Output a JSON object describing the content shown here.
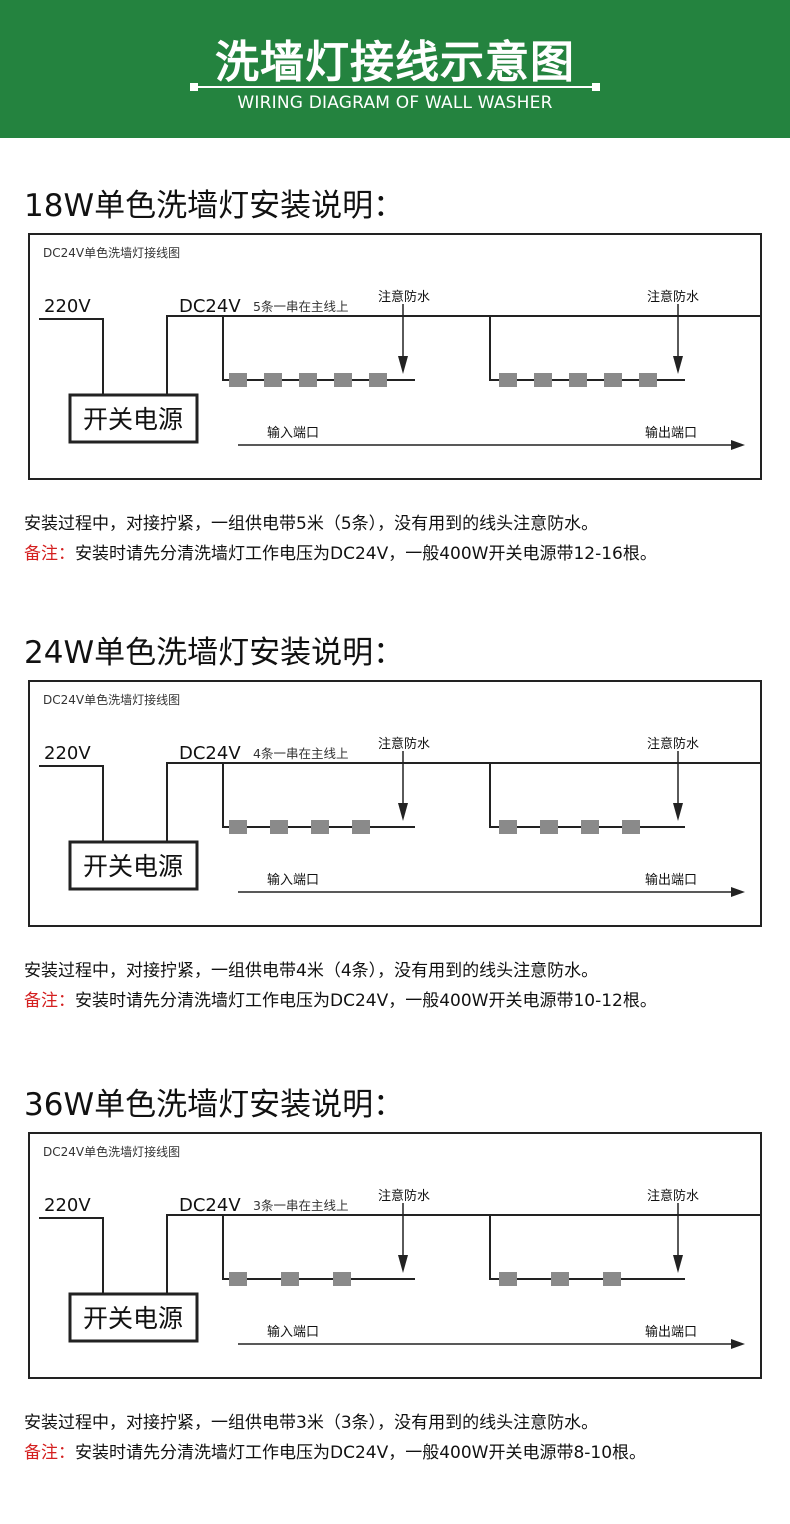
{
  "banner": {
    "title": "洗墙灯接线示意图",
    "subtitle": "WIRING DIAGRAM OF WALL WASHER",
    "color": "#24833f"
  },
  "sections": [
    {
      "title": "18W单色洗墙灯安装说明：",
      "diagram": {
        "caption": "DC24V单色洗墙灯接线图",
        "input_voltage": "220V",
        "output_voltage": "DC24V",
        "count_label": "5条一串在主线上",
        "waterproof_1": "注意防水",
        "waterproof_2": "注意防水",
        "psu_label": "开关电源",
        "input_port": "输入端口",
        "output_port": "输出端口",
        "lamps_per_string": 5
      },
      "note": "安装过程中，对接拧紧，一组供电带5米（5条），没有用到的线头注意防水。",
      "remark_label": "备注：",
      "remark": "安装时请先分清洗墙灯工作电压为DC24V，一般400W开关电源带12-16根。"
    },
    {
      "title": "24W单色洗墙灯安装说明：",
      "diagram": {
        "caption": "DC24V单色洗墙灯接线图",
        "input_voltage": "220V",
        "output_voltage": "DC24V",
        "count_label": "4条一串在主线上",
        "waterproof_1": "注意防水",
        "waterproof_2": "注意防水",
        "psu_label": "开关电源",
        "input_port": "输入端口",
        "output_port": "输出端口",
        "lamps_per_string": 4
      },
      "note": "安装过程中，对接拧紧，一组供电带4米（4条），没有用到的线头注意防水。",
      "remark_label": "备注：",
      "remark": "安装时请先分清洗墙灯工作电压为DC24V，一般400W开关电源带10-12根。"
    },
    {
      "title": "36W单色洗墙灯安装说明：",
      "diagram": {
        "caption": "DC24V单色洗墙灯接线图",
        "input_voltage": "220V",
        "output_voltage": "DC24V",
        "count_label": "3条一串在主线上",
        "waterproof_1": "注意防水",
        "waterproof_2": "注意防水",
        "psu_label": "开关电源",
        "input_port": "输入端口",
        "output_port": "输出端口",
        "lamps_per_string": 3
      },
      "note": "安装过程中，对接拧紧，一组供电带3米（3条），没有用到的线头注意防水。",
      "remark_label": "备注：",
      "remark": "安装时请先分清洗墙灯工作电压为DC24V，一般400W开关电源带8-10根。"
    }
  ],
  "colors": {
    "lamp": "#8a8a8a",
    "remark": "#d42020",
    "line": "#222222"
  }
}
